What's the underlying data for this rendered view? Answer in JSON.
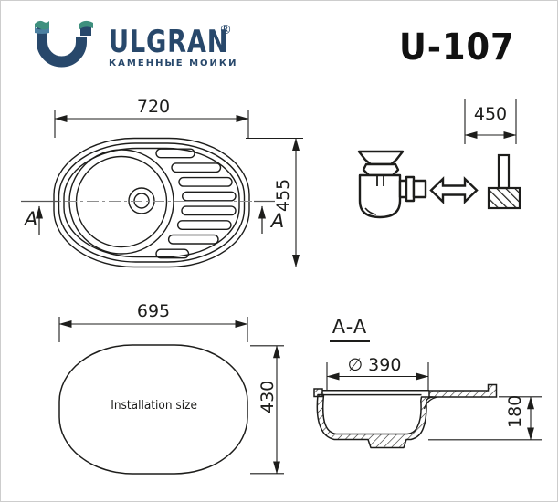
{
  "header": {
    "brand": "ULGRAN",
    "registered_mark": "®",
    "tagline": "КАМЕННЫЕ МОЙКИ",
    "model": "U-107"
  },
  "colors": {
    "brand_navy": "#28486B",
    "brand_teal": "#3F907E",
    "brand_blue": "#4C80A1",
    "line": "#1d1d1b",
    "centerline": "#8f8f8f"
  },
  "top_view": {
    "width_mm": "720",
    "height_mm": "455",
    "section_label_left": "A",
    "section_label_right": "A"
  },
  "fit_note": {
    "min_cabinet_mm": "450"
  },
  "installation": {
    "caption": "Installation size",
    "width_mm": "695",
    "height_mm": "430"
  },
  "section_view": {
    "title": "A-A",
    "bowl_diameter_mm": "∅ 390",
    "depth_mm": "180"
  }
}
